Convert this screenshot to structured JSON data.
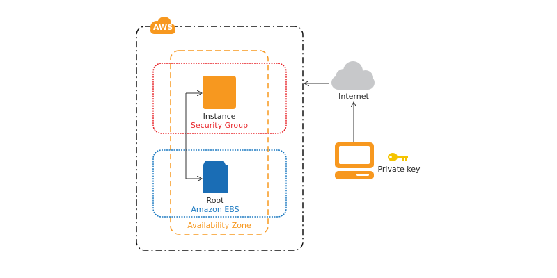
{
  "cloud_badge": {
    "label": "AWS"
  },
  "instance": {
    "label": "Instance"
  },
  "security_group": {
    "label": "Security Group"
  },
  "ebs": {
    "label": "Root",
    "sublabel": "Amazon EBS"
  },
  "availability_zone": {
    "label": "Availability Zone"
  },
  "internet": {
    "label": "Internet"
  },
  "private_key": {
    "label": "Private key"
  },
  "colors": {
    "aws_orange": "#F7981F",
    "security_red": "#E8262B",
    "ebs_blue": "#1A6DB5",
    "ebs_label_blue": "#1E7BC2",
    "cloud_gray": "#C7C8CA",
    "key_yellow": "#F5C400"
  }
}
